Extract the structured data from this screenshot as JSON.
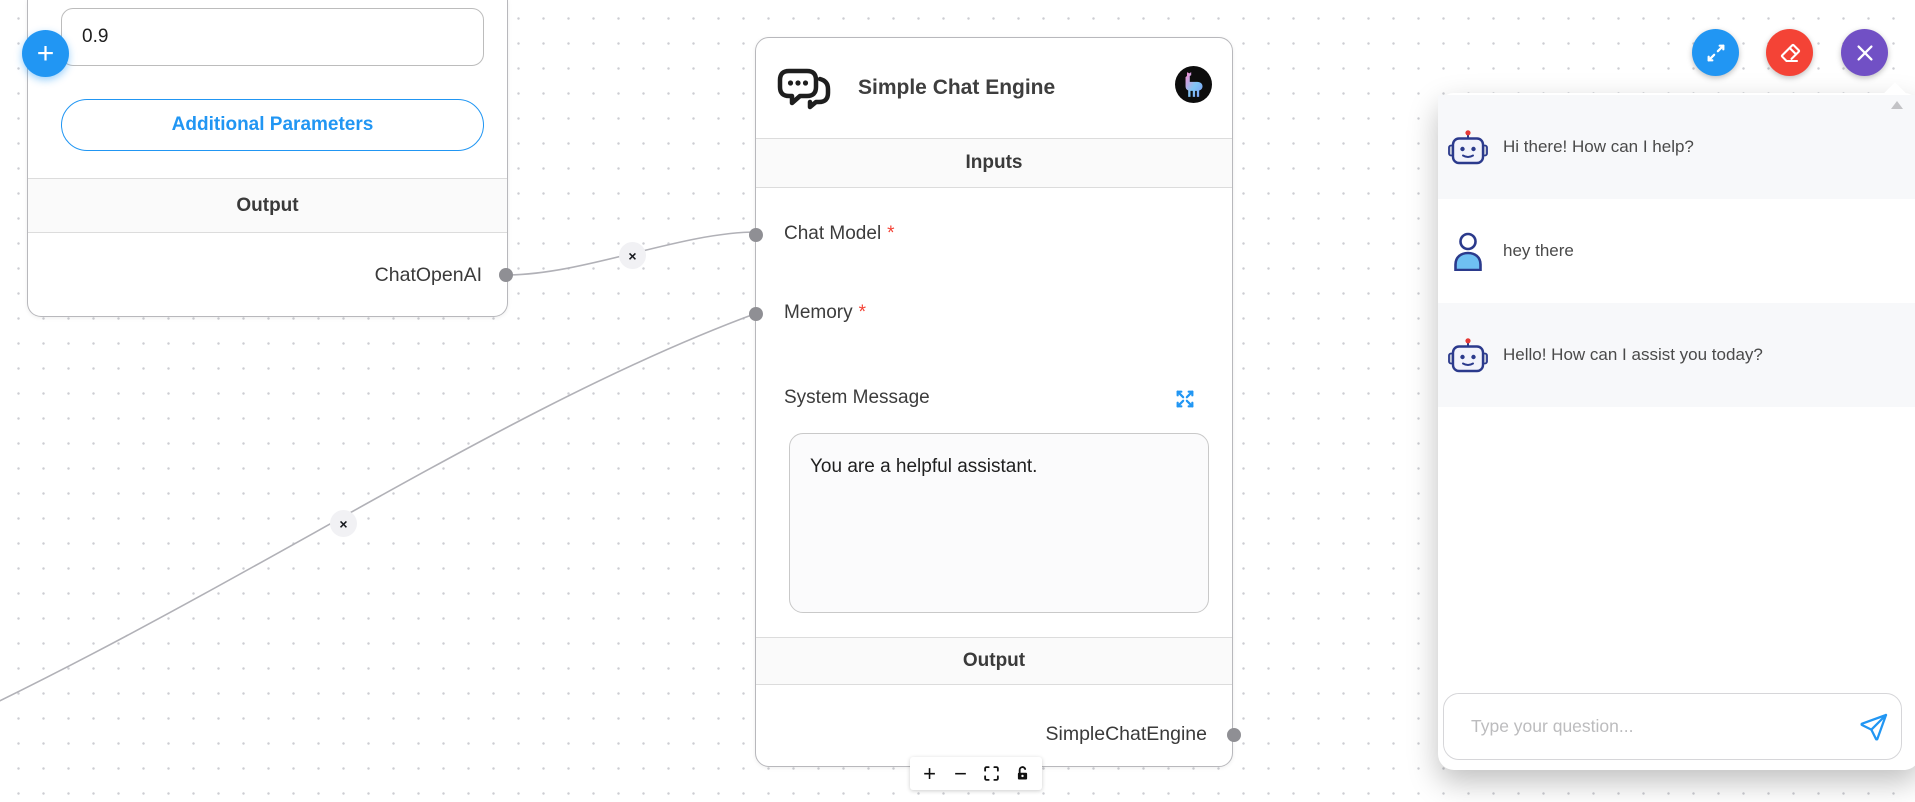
{
  "colors": {
    "accent_blue": "#2196f3",
    "danger_red": "#f44336",
    "close_purple": "#7150c5"
  },
  "glyphs": {
    "plus": "+",
    "minus": "−",
    "cross": "×"
  },
  "left_node": {
    "param_value": "0.9",
    "additional_parameters_label": "Additional Parameters",
    "output_header": "Output",
    "output_anchor_label": "ChatOpenAI"
  },
  "chat_engine_node": {
    "title": "Simple Chat Engine",
    "inputs_header": "Inputs",
    "inputs": [
      {
        "label": "Chat Model",
        "required_mark": "*"
      },
      {
        "label": "Memory",
        "required_mark": "*"
      }
    ],
    "system_message_label": "System Message",
    "system_message_value": "You are a helpful assistant.",
    "output_header": "Output",
    "output_anchor_label": "SimpleChatEngine"
  },
  "chat_panel": {
    "messages": [
      {
        "role": "bot",
        "text": "Hi there! How can I help?"
      },
      {
        "role": "user",
        "text": "hey there"
      },
      {
        "role": "bot",
        "text": "Hello! How can I assist you today?"
      }
    ],
    "input_placeholder": "Type your question..."
  }
}
